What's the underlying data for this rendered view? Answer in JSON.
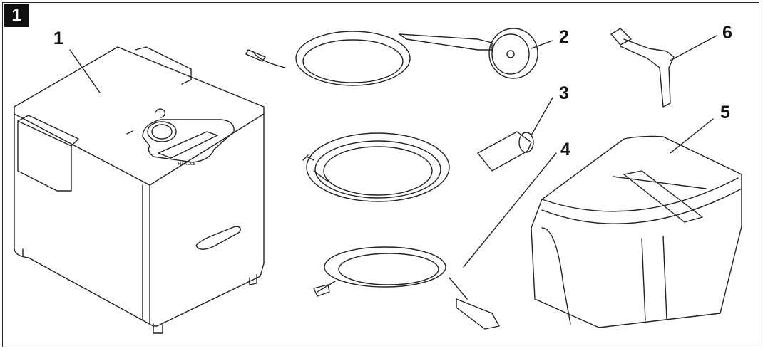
{
  "figure": {
    "badge": "1",
    "callouts": [
      "1",
      "2",
      "3",
      "4",
      "5",
      "6"
    ],
    "device_label": "HANDLE"
  }
}
